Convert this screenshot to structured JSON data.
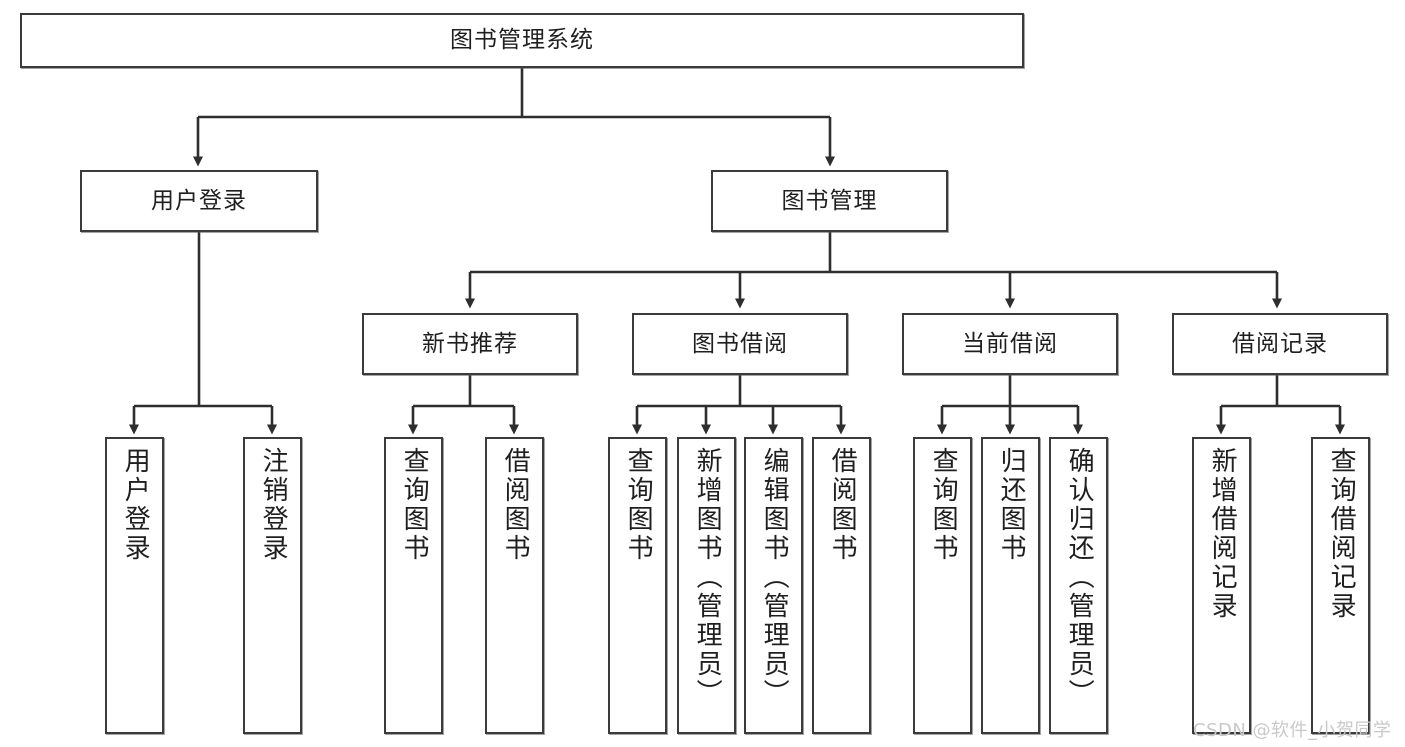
{
  "diagram": {
    "title": "图书管理系统",
    "root": {
      "label": "图书管理系统"
    },
    "level2": [
      {
        "label": "用户登录"
      },
      {
        "label": "图书管理"
      }
    ],
    "level3": [
      {
        "label": "新书推荐"
      },
      {
        "label": "图书借阅"
      },
      {
        "label": "当前借阅"
      },
      {
        "label": "借阅记录"
      }
    ],
    "leaves": {
      "user_login": [
        {
          "label": "用户登录"
        },
        {
          "label": "注销登录"
        }
      ],
      "new_book_recommend": [
        {
          "label": "查询图书"
        },
        {
          "label": "借阅图书"
        }
      ],
      "book_borrow": [
        {
          "label": "查询图书"
        },
        {
          "label": "新增图书（管理员）"
        },
        {
          "label": "编辑图书（管理员）"
        },
        {
          "label": "借阅图书"
        }
      ],
      "current_borrow": [
        {
          "label": "查询图书"
        },
        {
          "label": "归还图书"
        },
        {
          "label": "确认归还（管理员）"
        }
      ],
      "borrow_record": [
        {
          "label": "新增借阅记录"
        },
        {
          "label": "查询借阅记录"
        }
      ]
    }
  },
  "watermark": {
    "text": "CSDN @软件_小贺同学"
  },
  "colors": {
    "stroke": "#3b3b3b",
    "box_fill": "#ffffff",
    "text": "#1f1f1f",
    "watermark": "#c9c9c9"
  }
}
